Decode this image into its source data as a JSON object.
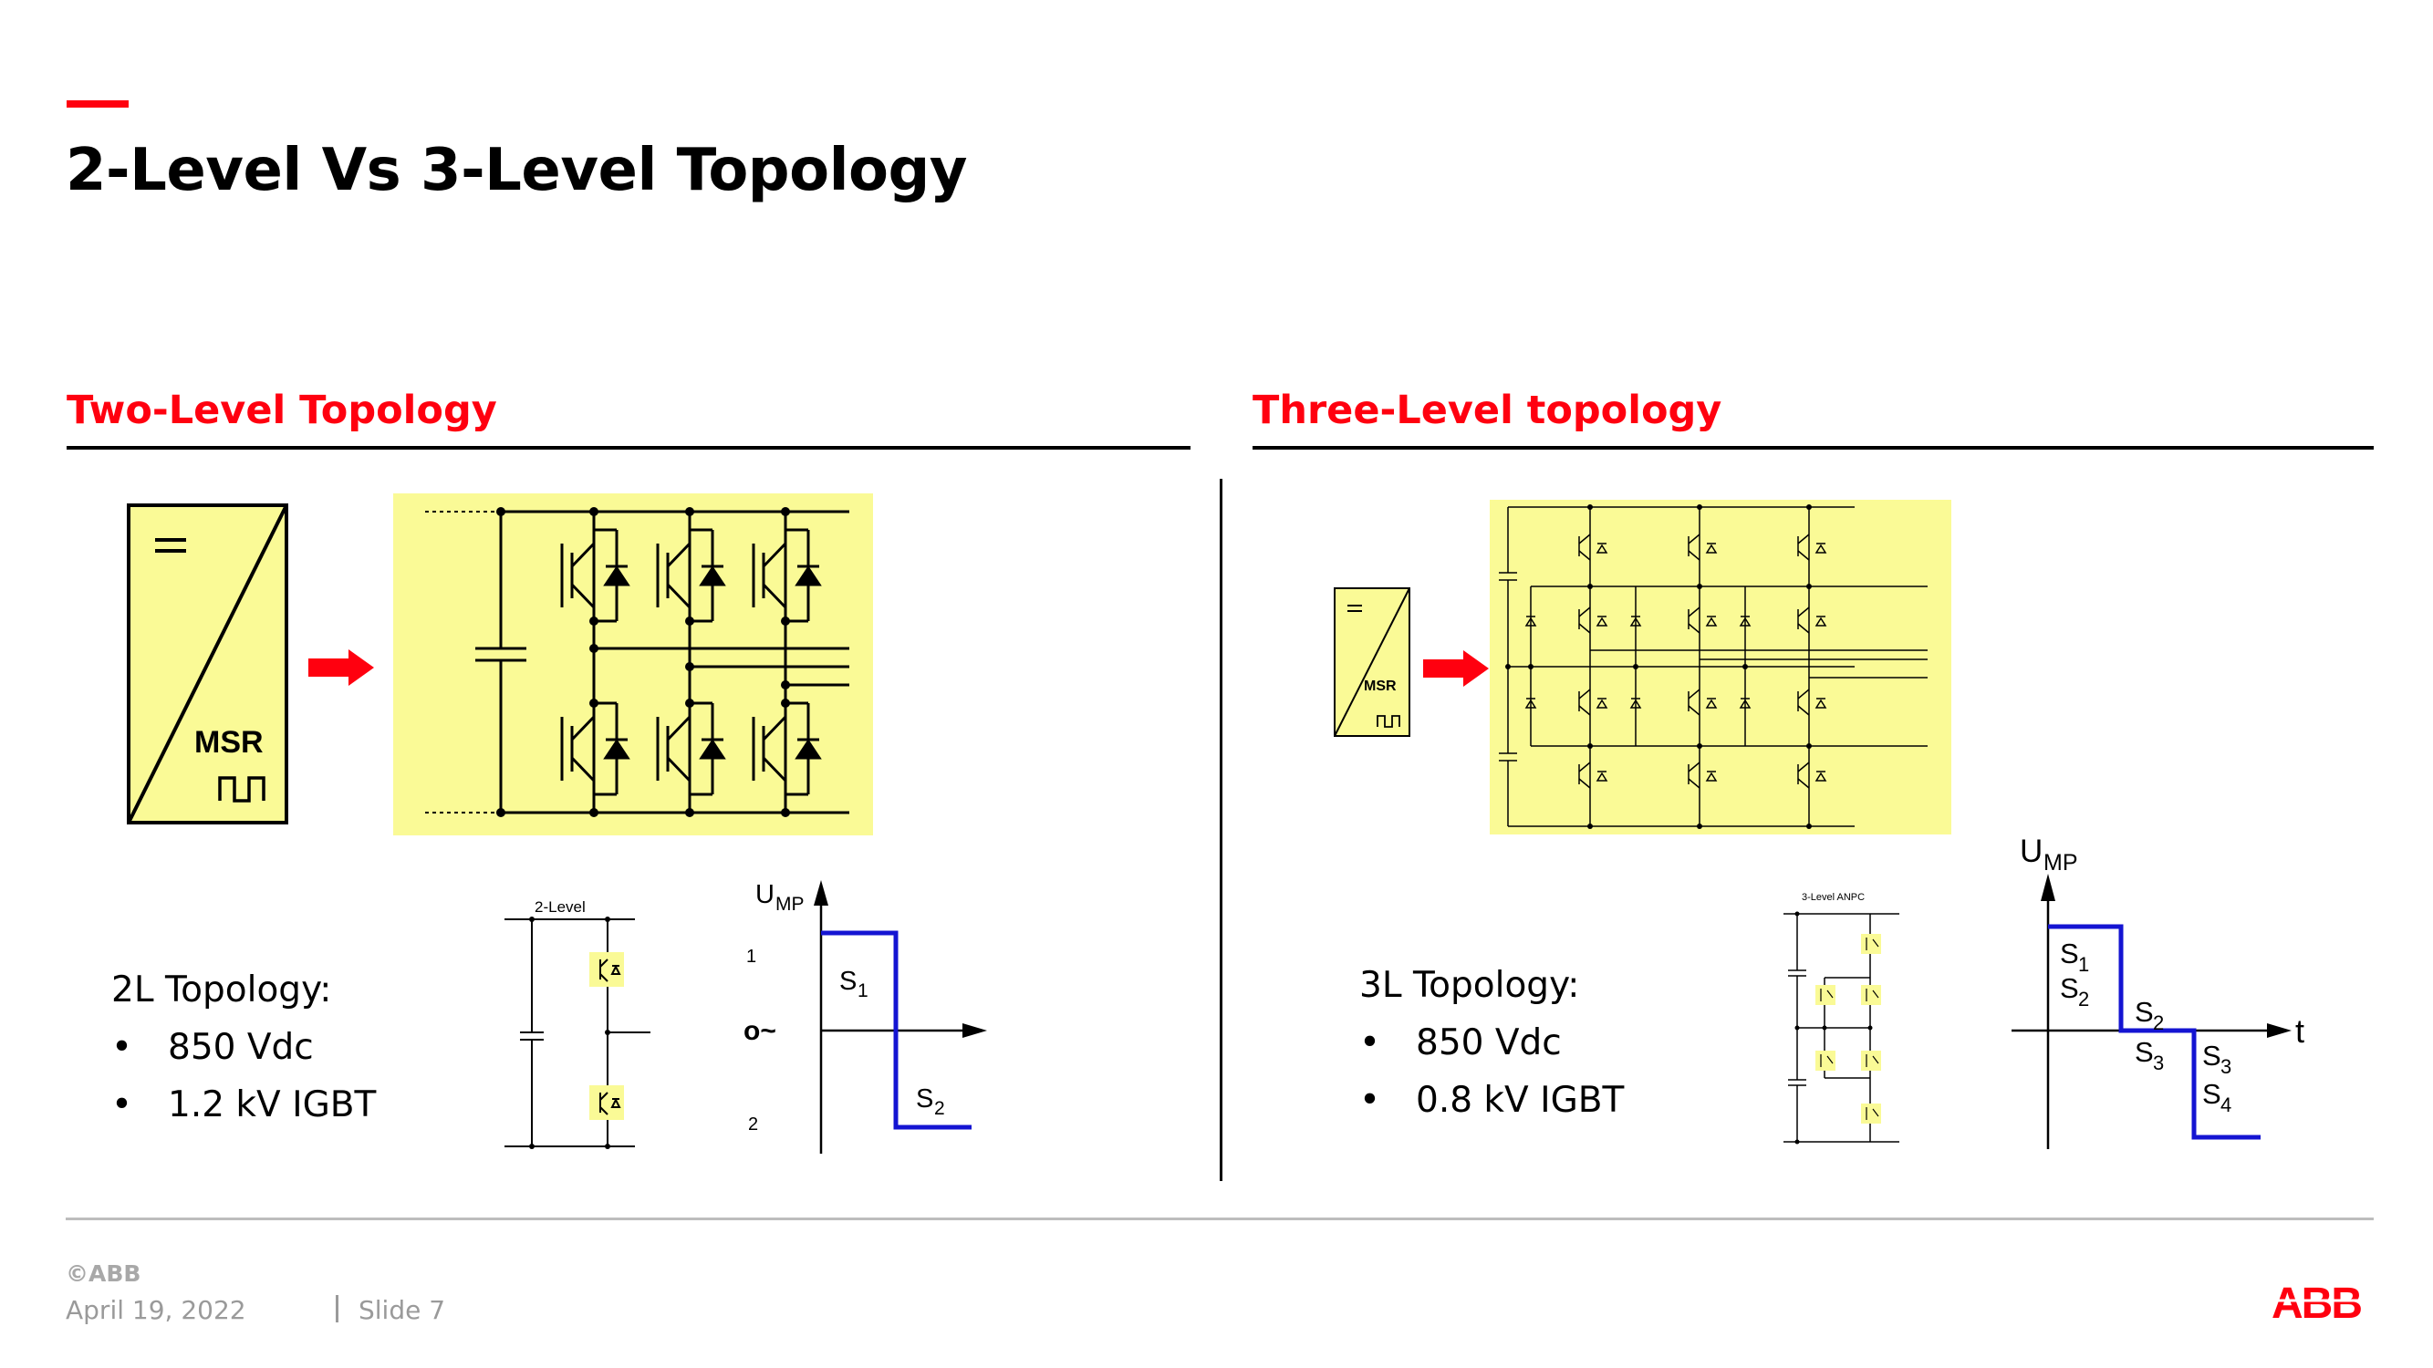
{
  "title": "2-Level Vs 3-Level Topology",
  "left": {
    "heading": "Two-Level Topology",
    "converter_label": "MSR",
    "small_schematic_label": "2-Level",
    "bullets_title": "2L Topology:",
    "bullets": [
      "850 Vdc",
      "1.2  kV IGBT"
    ],
    "waveform": {
      "y_axis": "U",
      "y_sub": "MP",
      "tick_top": "1",
      "tick_mid": "o~",
      "tick_bottom": "2",
      "s1": "S",
      "s1_sub": "1",
      "s2": "S",
      "s2_sub": "2"
    }
  },
  "right": {
    "heading": "Three-Level topology",
    "converter_label": "MSR",
    "small_schematic_label": "3-Level ANPC",
    "bullets_title": "3L Topology:",
    "bullets": [
      "850 Vdc",
      "0.8 kV IGBT"
    ],
    "waveform": {
      "y_axis": "U",
      "y_sub": "MP",
      "x_axis": "t",
      "l1a": "S",
      "l1a_sub": "1",
      "l1b": "S",
      "l1b_sub": "2",
      "l2a": "S",
      "l2a_sub": "2",
      "l2b": "S",
      "l2b_sub": "3",
      "l3a": "S",
      "l3a_sub": "3",
      "l3b": "S",
      "l3b_sub": "4"
    }
  },
  "footer": {
    "copyright": "©ABB",
    "date": "April 19, 2022",
    "slide": "Slide 7",
    "logo": "ABB"
  },
  "colors": {
    "accent": "#ff000f",
    "panel": "#fafa96",
    "wave": "#1414d2",
    "footer_text": "#9a9a9a"
  }
}
